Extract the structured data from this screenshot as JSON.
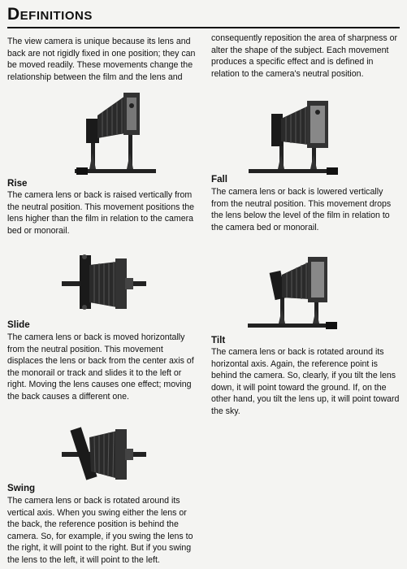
{
  "title": "Definitions",
  "intro": {
    "left": "The view camera is unique because its lens and back are not rigidly fixed in one position; they can be moved readily. These movements change the relationship between the film and the lens and",
    "right": "consequently reposition the area of sharpness or alter the shape of the subject. Each movement produces a specific effect and is defined in relation to the camera's neutral position."
  },
  "sections": {
    "rise": {
      "heading": "Rise",
      "text": "The camera lens or back is raised vertically from the neutral position. This movement positions the lens higher than the film in relation to the camera bed or monorail."
    },
    "fall": {
      "heading": "Fall",
      "text": "The camera lens or back is lowered vertically from the neutral position. This movement drops the lens below the level of the film in relation to the camera bed or monorail."
    },
    "slide": {
      "heading": "Slide",
      "text": "The camera lens or back is moved horizontally from the neutral position. This movement displaces the lens or back from the center axis of the monorail or track and slides it to the left or right. Moving the lens causes one effect; moving the back causes a different one."
    },
    "tilt": {
      "heading": "Tilt",
      "text": "The camera lens or back is rotated around its horizontal axis. Again, the reference point is behind the camera. So, clearly, if you tilt the lens down, it will point toward the ground. If, on the other hand, you tilt the lens up, it will point toward the sky."
    },
    "swing": {
      "heading": "Swing",
      "text": "The camera lens or back is rotated around its vertical axis. When you swing either the lens or the back, the reference position is behind the camera. So, for example, if you swing the lens to the right, it will point to the right. But if you swing the lens to the left, it will point to the left."
    }
  }
}
